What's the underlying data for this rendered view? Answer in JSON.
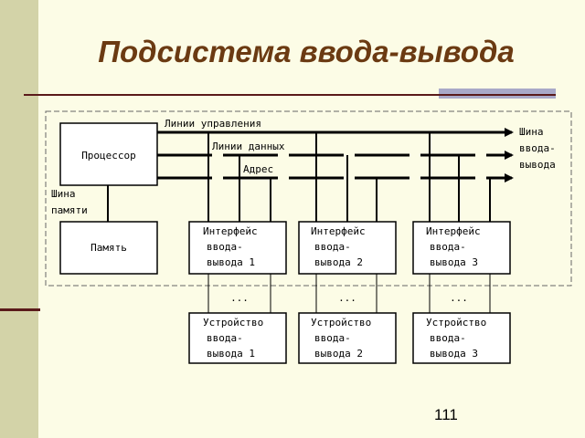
{
  "title": "Подсистема ввода-вывода",
  "page_number": "111",
  "bus_labels": {
    "control": "Линии управления",
    "data": "Линии данных",
    "address": "Адрес",
    "io_bus": [
      "Шина",
      "ввода-",
      "вывода"
    ],
    "memory_bus": [
      "Шина",
      "памяти"
    ]
  },
  "processor": "Процессор",
  "memory": "Память",
  "interfaces": [
    [
      "Интерфейс",
      "ввода-",
      "вывода 1"
    ],
    [
      "Интерфейс",
      "ввода-",
      "вывода 2"
    ],
    [
      "Интерфейс",
      "ввода-",
      "вывода 3"
    ]
  ],
  "devices": [
    [
      "Устройство",
      "ввода-",
      "вывода 1"
    ],
    [
      "Устройство",
      "ввода-",
      "вывода 2"
    ],
    [
      "Устройство",
      "ввода-",
      "вывода 3"
    ]
  ],
  "ellipsis": "..."
}
